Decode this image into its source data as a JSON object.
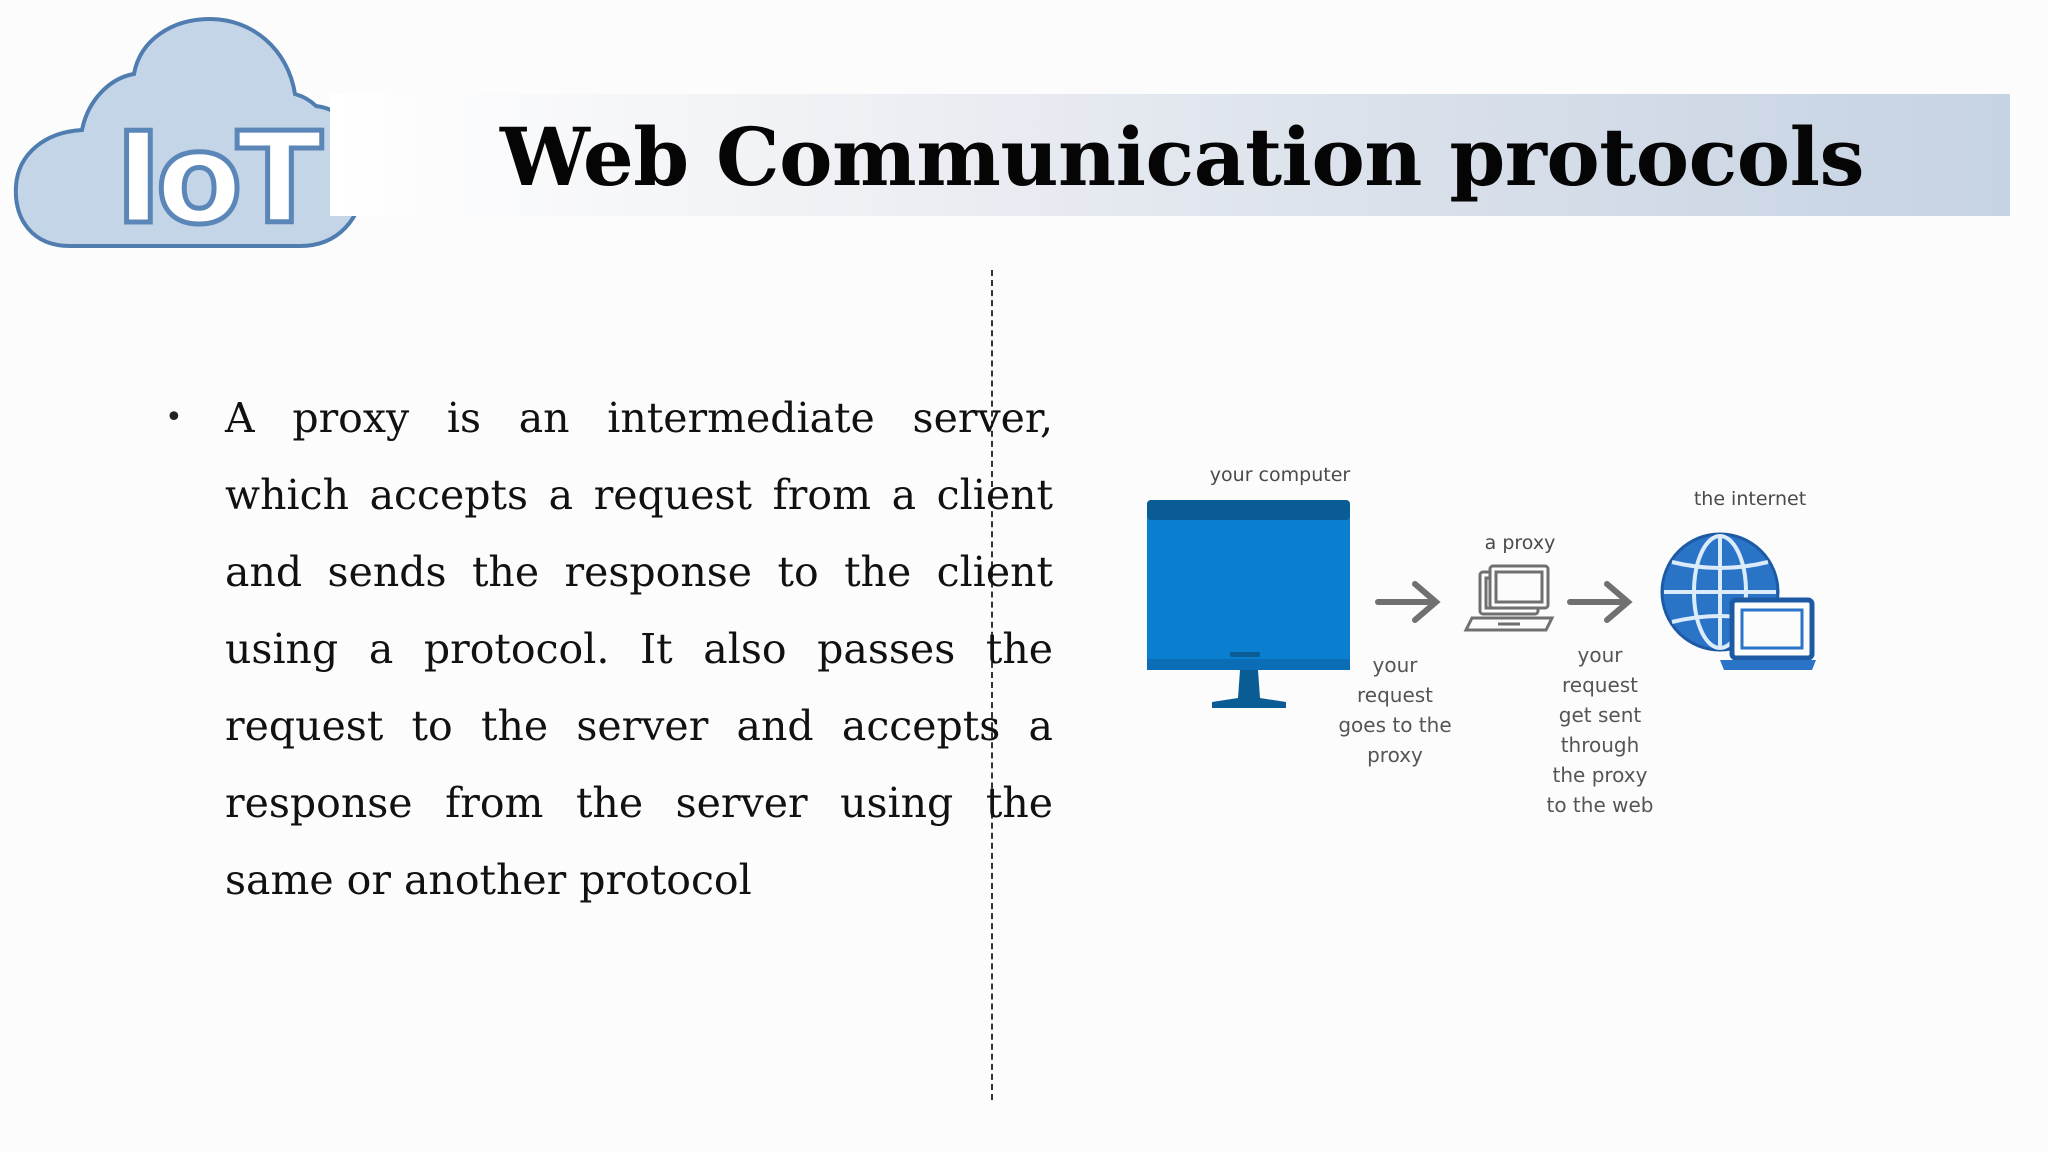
{
  "logo": {
    "text": "IoT",
    "icon": "cloud-icon"
  },
  "title": "Web Communication protocols",
  "bullet": {
    "text": "A proxy is an intermediate server, which accepts a request from a client and sends the response to the client using a protocol. It also passes the request to the server and accepts a response from the server using the same or another protocol"
  },
  "diagram": {
    "computer_label": "your computer",
    "proxy_label": "a proxy",
    "internet_label": "the internet",
    "caption_1": [
      "your",
      "request",
      "goes to the",
      "proxy"
    ],
    "caption_2": [
      "your",
      "request",
      "get sent",
      "through",
      "the proxy",
      "to the web"
    ],
    "icons": [
      "monitor-icon",
      "arrow-right-icon",
      "laptop-icon",
      "globe-icon"
    ],
    "colors": {
      "blue": "#0a7fd0",
      "dark_blue": "#0a5c94",
      "gray": "#6e6e6e",
      "globe": "#2a74c8"
    }
  }
}
